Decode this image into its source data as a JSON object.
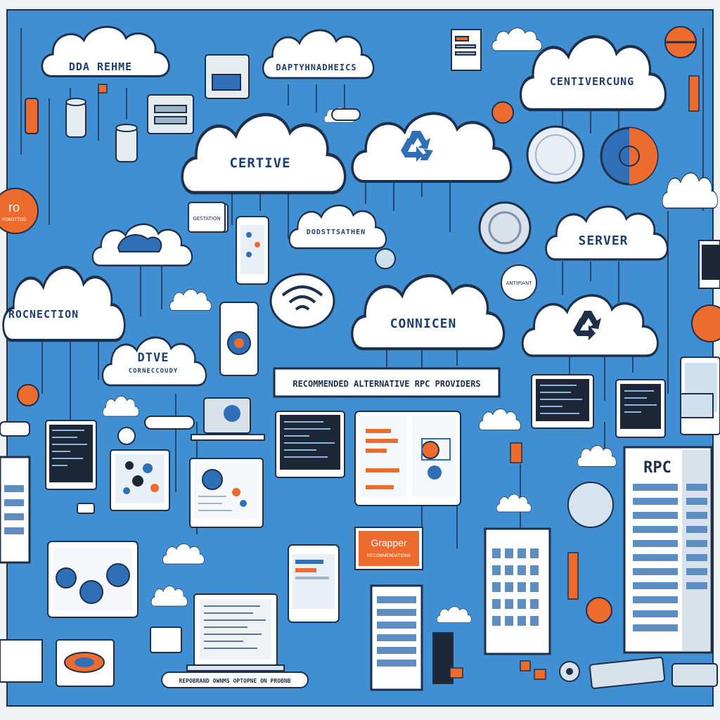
{
  "palette": {
    "background": "#3f8fd2",
    "frame": "#eef2f5",
    "cloud_fill": "#ffffff",
    "outline": "#1e2f4a",
    "accent_orange": "#ee6b2e",
    "accent_blue": "#2f6fb8",
    "screen_dark": "#1d2737"
  },
  "clouds": {
    "c1": "DDA REHME",
    "c2": "DAPTYHNADHEICS",
    "c3": "CENTIVERCUNG",
    "c4": "CERTIVE",
    "c5": "",
    "c6": "ROCNECTION",
    "c7": "SERVER",
    "c8": "DODSTTSATHEN",
    "c9": "CONNICEN",
    "c10_title": "DTVE",
    "c10_sub": "CORNECCOUDY"
  },
  "banner": {
    "text": "RECOMMENDED ALTERNATIVE RPC PROVIDERS"
  },
  "badges": {
    "ro": "ro",
    "ro_sub": "ROBOTTOO",
    "orange_card": "Grapper",
    "orange_card_sub": "RECOMMENDATIONS",
    "building_sign": "RPC",
    "small_tag_1": "GESTATION",
    "small_tag_2": "ANTIPIANT"
  },
  "footer": {
    "caption": "REPOBRAND OWNMS OPTOPNE ON PROBNB"
  },
  "icons": [
    "recycle-icon",
    "wifi-icon",
    "cloud-icon",
    "server-icon",
    "database-icon",
    "monitor-icon",
    "tablet-icon",
    "phone-icon",
    "building-icon",
    "gear-icon"
  ]
}
